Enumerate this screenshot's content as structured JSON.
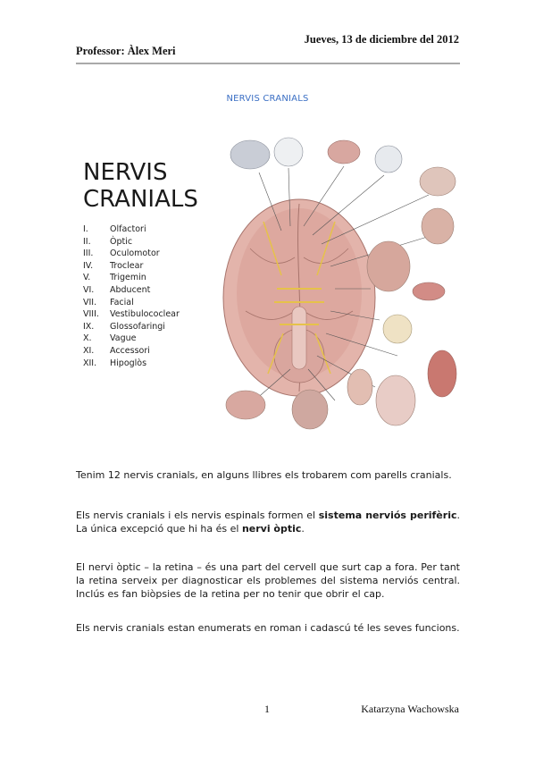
{
  "header": {
    "date": "Jueves, 13 de diciembre del 2012",
    "professor": "Professor: Àlex Meri"
  },
  "document_title": "NERVIS CRANIALS",
  "figure": {
    "title_line1": "NERVIS",
    "title_line2": "CRANIALS",
    "nerves": [
      {
        "num": "I.",
        "name": "Olfactori"
      },
      {
        "num": "II.",
        "name": "Òptic"
      },
      {
        "num": "III.",
        "name": "Oculomotor"
      },
      {
        "num": "IV.",
        "name": "Troclear"
      },
      {
        "num": "V.",
        "name": "Trigemin"
      },
      {
        "num": "VI.",
        "name": "Abducent"
      },
      {
        "num": "VII.",
        "name": "Facial"
      },
      {
        "num": "VIII.",
        "name": "Vestibulococlear"
      },
      {
        "num": "IX.",
        "name": "Glossofaringi"
      },
      {
        "num": "X.",
        "name": "Vague"
      },
      {
        "num": "XI.",
        "name": "Accessori"
      },
      {
        "num": "XII.",
        "name": "Hipoglòs"
      }
    ]
  },
  "paragraphs": {
    "p1": "Tenim 12 nervis cranials, en alguns llibres els trobarem com parells cranials.",
    "p2_a": "Els nervis cranials i els nervis espinals formen el ",
    "p2_bold1": "sistema nerviós perifèric",
    "p2_b": ". La única excepció que hi ha és el ",
    "p2_bold2": "nervi òptic",
    "p2_c": ".",
    "p3": "El nervi òptic – la retina – és una part del cervell que surt cap a fora. Per tant la retina serveix per diagnosticar els problemes del sistema nerviós central. Inclús es fan biòpsies de la retina per no tenir que obrir el cap.",
    "p4": "Els nervis cranials estan enumerats en roman i cadascú té les seves funcions."
  },
  "footer": {
    "page_number": "1",
    "author": "Katarzyna Wachowska"
  }
}
